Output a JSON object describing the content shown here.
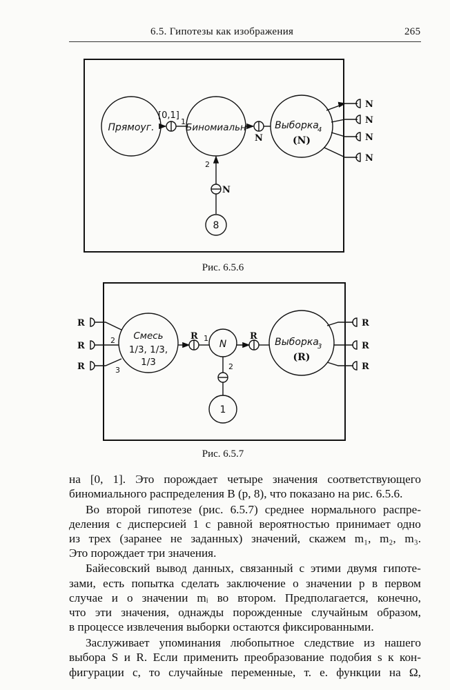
{
  "header": {
    "section": "6.5. Гипотезы как изображения",
    "page_number": "265"
  },
  "fig656": {
    "caption": "Рис. 6.5.6",
    "node_rect": "Прямоуг.",
    "node_binom": "Биномиальн",
    "node_sample": "Выборка",
    "node_sample_sub": "4",
    "node_sample_type": "(N)",
    "node_const": "8",
    "label_interval": "[0,1]",
    "port1": "1",
    "port2": "2",
    "type_N": "N",
    "outputs": [
      "N",
      "N",
      "N",
      "N"
    ]
  },
  "fig657": {
    "caption": "Рис. 6.5.7",
    "node_mix": "Смесь",
    "node_mix_weights1": "1/3, 1/3,",
    "node_mix_weights2": "1/3",
    "node_normal": "N",
    "node_sample": "Выборка",
    "node_sample_sub": "3",
    "node_sample_type": "(R)",
    "node_const": "1",
    "port1": "1",
    "port2": "2",
    "port3": "3",
    "type_R": "R",
    "inputs": [
      "R",
      "R",
      "R"
    ],
    "outputs": [
      "R",
      "R",
      "R"
    ]
  },
  "text_lines": [
    "на [0, 1]. Это порождает четыре значения соответствующего",
    "биномиального распределения B (p, 8), что показано на рис. 6.5.6.",
    "Во второй гипотезе (рис. 6.5.7) среднее нормального распре-",
    "деления с дисперсией 1 с равной вероятностью принимает одно",
    "из трех (заранее не заданных) значений, скажем m₁, m₂, m₃.",
    "Это порождает три значения.",
    "Байесовский вывод данных, связанный с этими двумя гипоте-",
    "зами, есть попытка сделать заключение о значении p в первом",
    "случае и о значении mᵢ во втором. Предполагается, конечно,",
    "что эти значения, однажды порожденные случайным образом,",
    "в процессе извлечения выборки остаются фиксированными.",
    "Заслуживает упоминания любопытное следствие из нашего",
    "выбора S и R. Если применить преобразование подобия s к кон-",
    "фигурации c, то случайные переменные, т. е. функции на Ω,"
  ]
}
